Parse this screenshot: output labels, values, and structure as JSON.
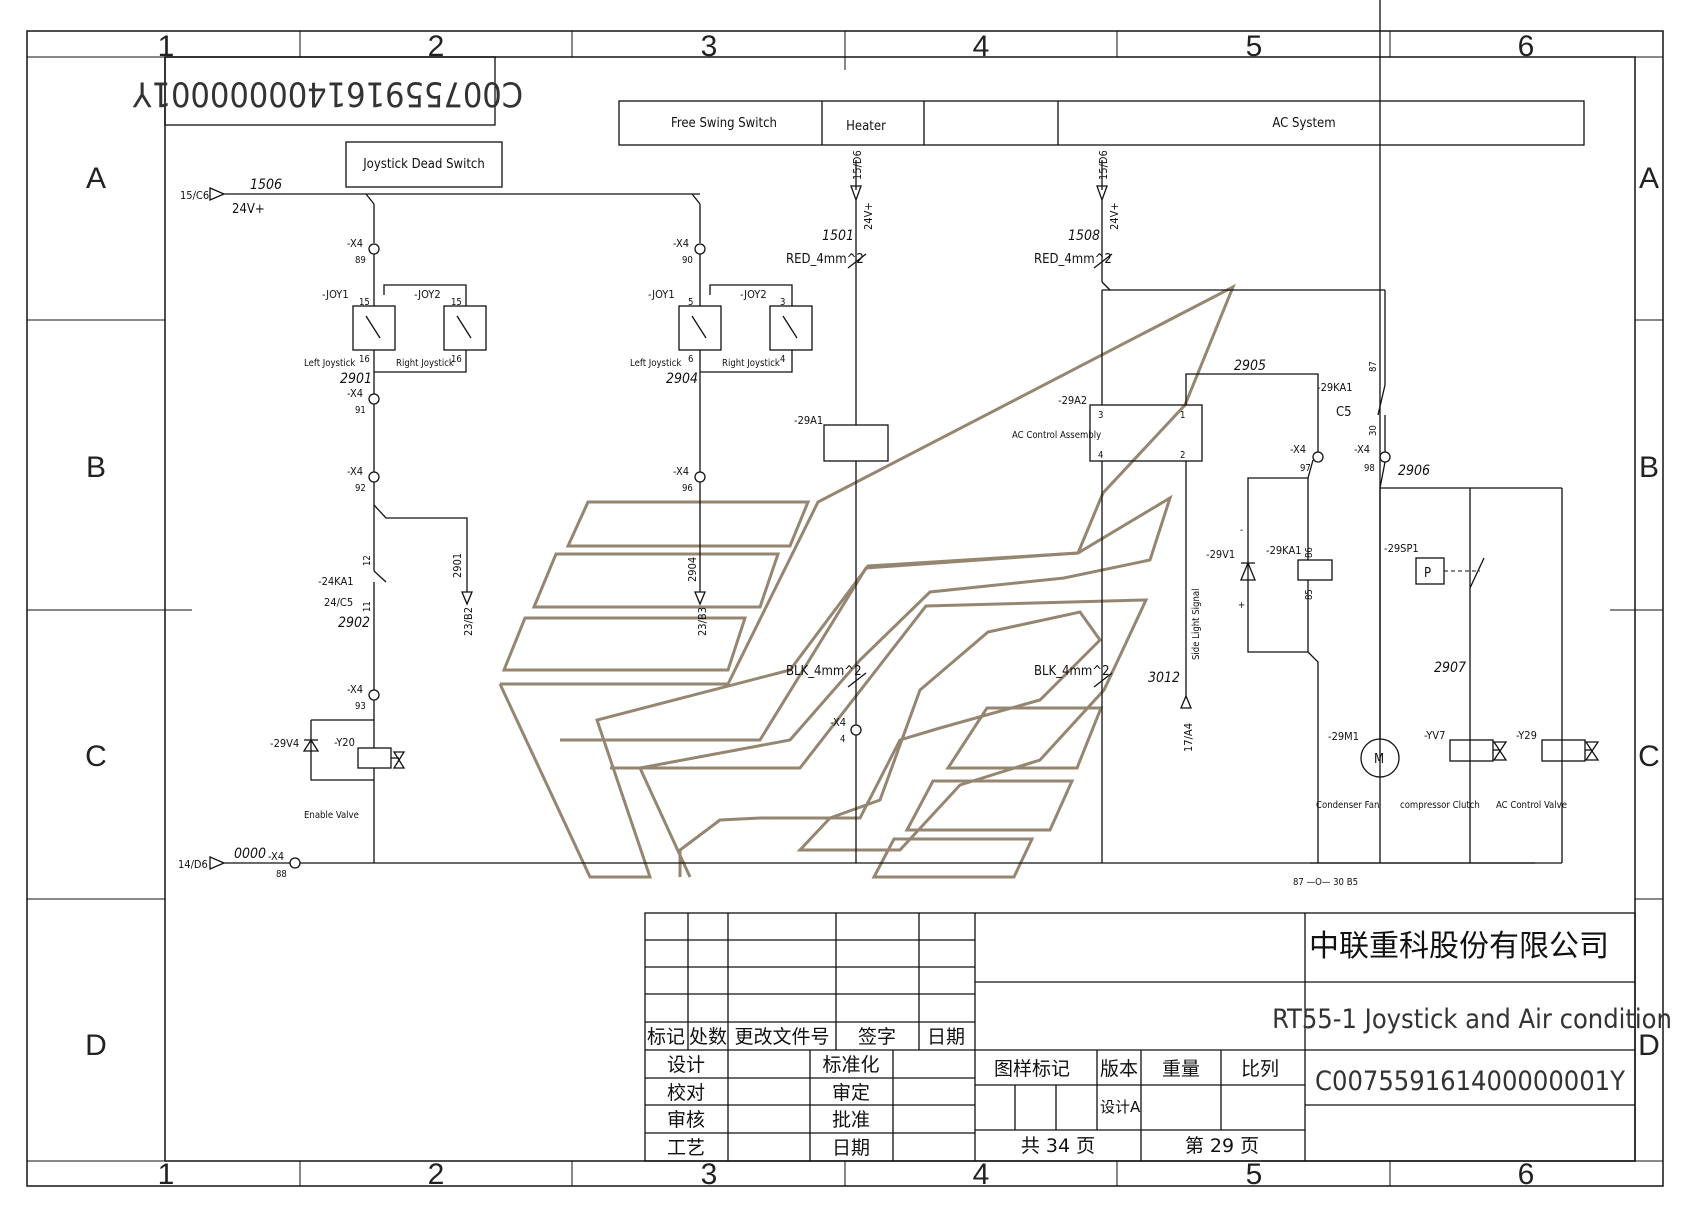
{
  "frame": {
    "columns": [
      "1",
      "2",
      "3",
      "4",
      "5",
      "6"
    ],
    "rows": [
      "A",
      "B",
      "C",
      "D"
    ]
  },
  "drawing_code_mirrored": "C007559161400000001Y",
  "blocks": {
    "joystick_dead_switch": "Joystick Dead Switch",
    "free_swing_switch": "Free Swing Switch",
    "heater": "Heater",
    "ac_system": "AC System"
  },
  "wires": {
    "w1506": "1506",
    "w2901": "2901",
    "w2904": "2904",
    "w2902": "2902",
    "w0000": "0000",
    "w1501": "1501",
    "w1508": "1508",
    "w2905": "2905",
    "w2906": "2906",
    "w2907": "2907",
    "w3012": "3012",
    "red4a": "RED_4mm^2",
    "red4b": "RED_4mm^2",
    "blk4a": "BLK_4mm^2",
    "blk4b": "BLK_4mm^2",
    "v24a": "24V+",
    "v24b": "24V+",
    "v24c": "24V+"
  },
  "refs": {
    "r15c6": "15/C6",
    "r14d6": "14/D6",
    "r15d6a": "15/D6",
    "r15d6b": "15/D6",
    "r23b2": "23/B2",
    "r23b3": "23/B3",
    "r17a4": "17/A4",
    "r24c5": "24/C5",
    "rc5": "C5",
    "rcontact": "87 —O— 30 B5"
  },
  "components": {
    "x4": "-X4",
    "joy1": "-JOY1",
    "joy2": "-JOY2",
    "left_joystick": "Left Joystick",
    "right_joystick": "Right Joystick",
    "ka24": "-24KA1",
    "v29v4": "-29V4",
    "y20": "-Y20",
    "enable_valve": "Enable Valve",
    "a29a1": "-29A1",
    "a29a2": "-29A2",
    "ac_assy": "AC Control Assembly",
    "ka29": "-29KA1",
    "v29v1": "-29V1",
    "sp29": "-29SP1",
    "p": "P",
    "m29": "-29M1",
    "m": "M",
    "yv7": "-YV7",
    "y29": "-Y29",
    "condenser_fan": "Condenser Fan",
    "compressor_clutch": "compressor Clutch",
    "ac_control_valve": "AC Control Valve",
    "side_light": "Side Light Signal"
  },
  "pins": {
    "p89": "89",
    "p90": "90",
    "p91": "91",
    "p92": "92",
    "p93": "93",
    "p96": "96",
    "p88": "88",
    "p4": "4",
    "p97": "97",
    "p98": "98",
    "p15a": "15",
    "p16a": "16",
    "p15b": "15",
    "p16b": "16",
    "p5": "5",
    "p6": "6",
    "p3": "3",
    "p4b": "4",
    "p12": "12",
    "p11": "11",
    "p87": "87",
    "p30": "30",
    "p86": "86",
    "p85": "85",
    "a3": "3",
    "a1": "1",
    "a4": "4",
    "a2": "2",
    "plus": "+",
    "minus": "-"
  },
  "title_block": {
    "company": "中联重科股份有限公司",
    "drawing_title": "RT55-1 Joystick and Air condition",
    "drawing_number": "C007559161400000001Y",
    "rev_headers": [
      "标记",
      "处数",
      "更改文件号",
      "签字",
      "日期"
    ],
    "design": "设计",
    "standardize": "标准化",
    "check": "校对",
    "review_approve": "审定",
    "audit": "审核",
    "approve": "批准",
    "process": "工艺",
    "date": "日期",
    "sample_mark": "图样标记",
    "version": "版本",
    "weight": "重量",
    "scale": "比列",
    "stage": "设计A",
    "total_sheets": "共 34 页",
    "sheet_no": "第 29 页"
  }
}
